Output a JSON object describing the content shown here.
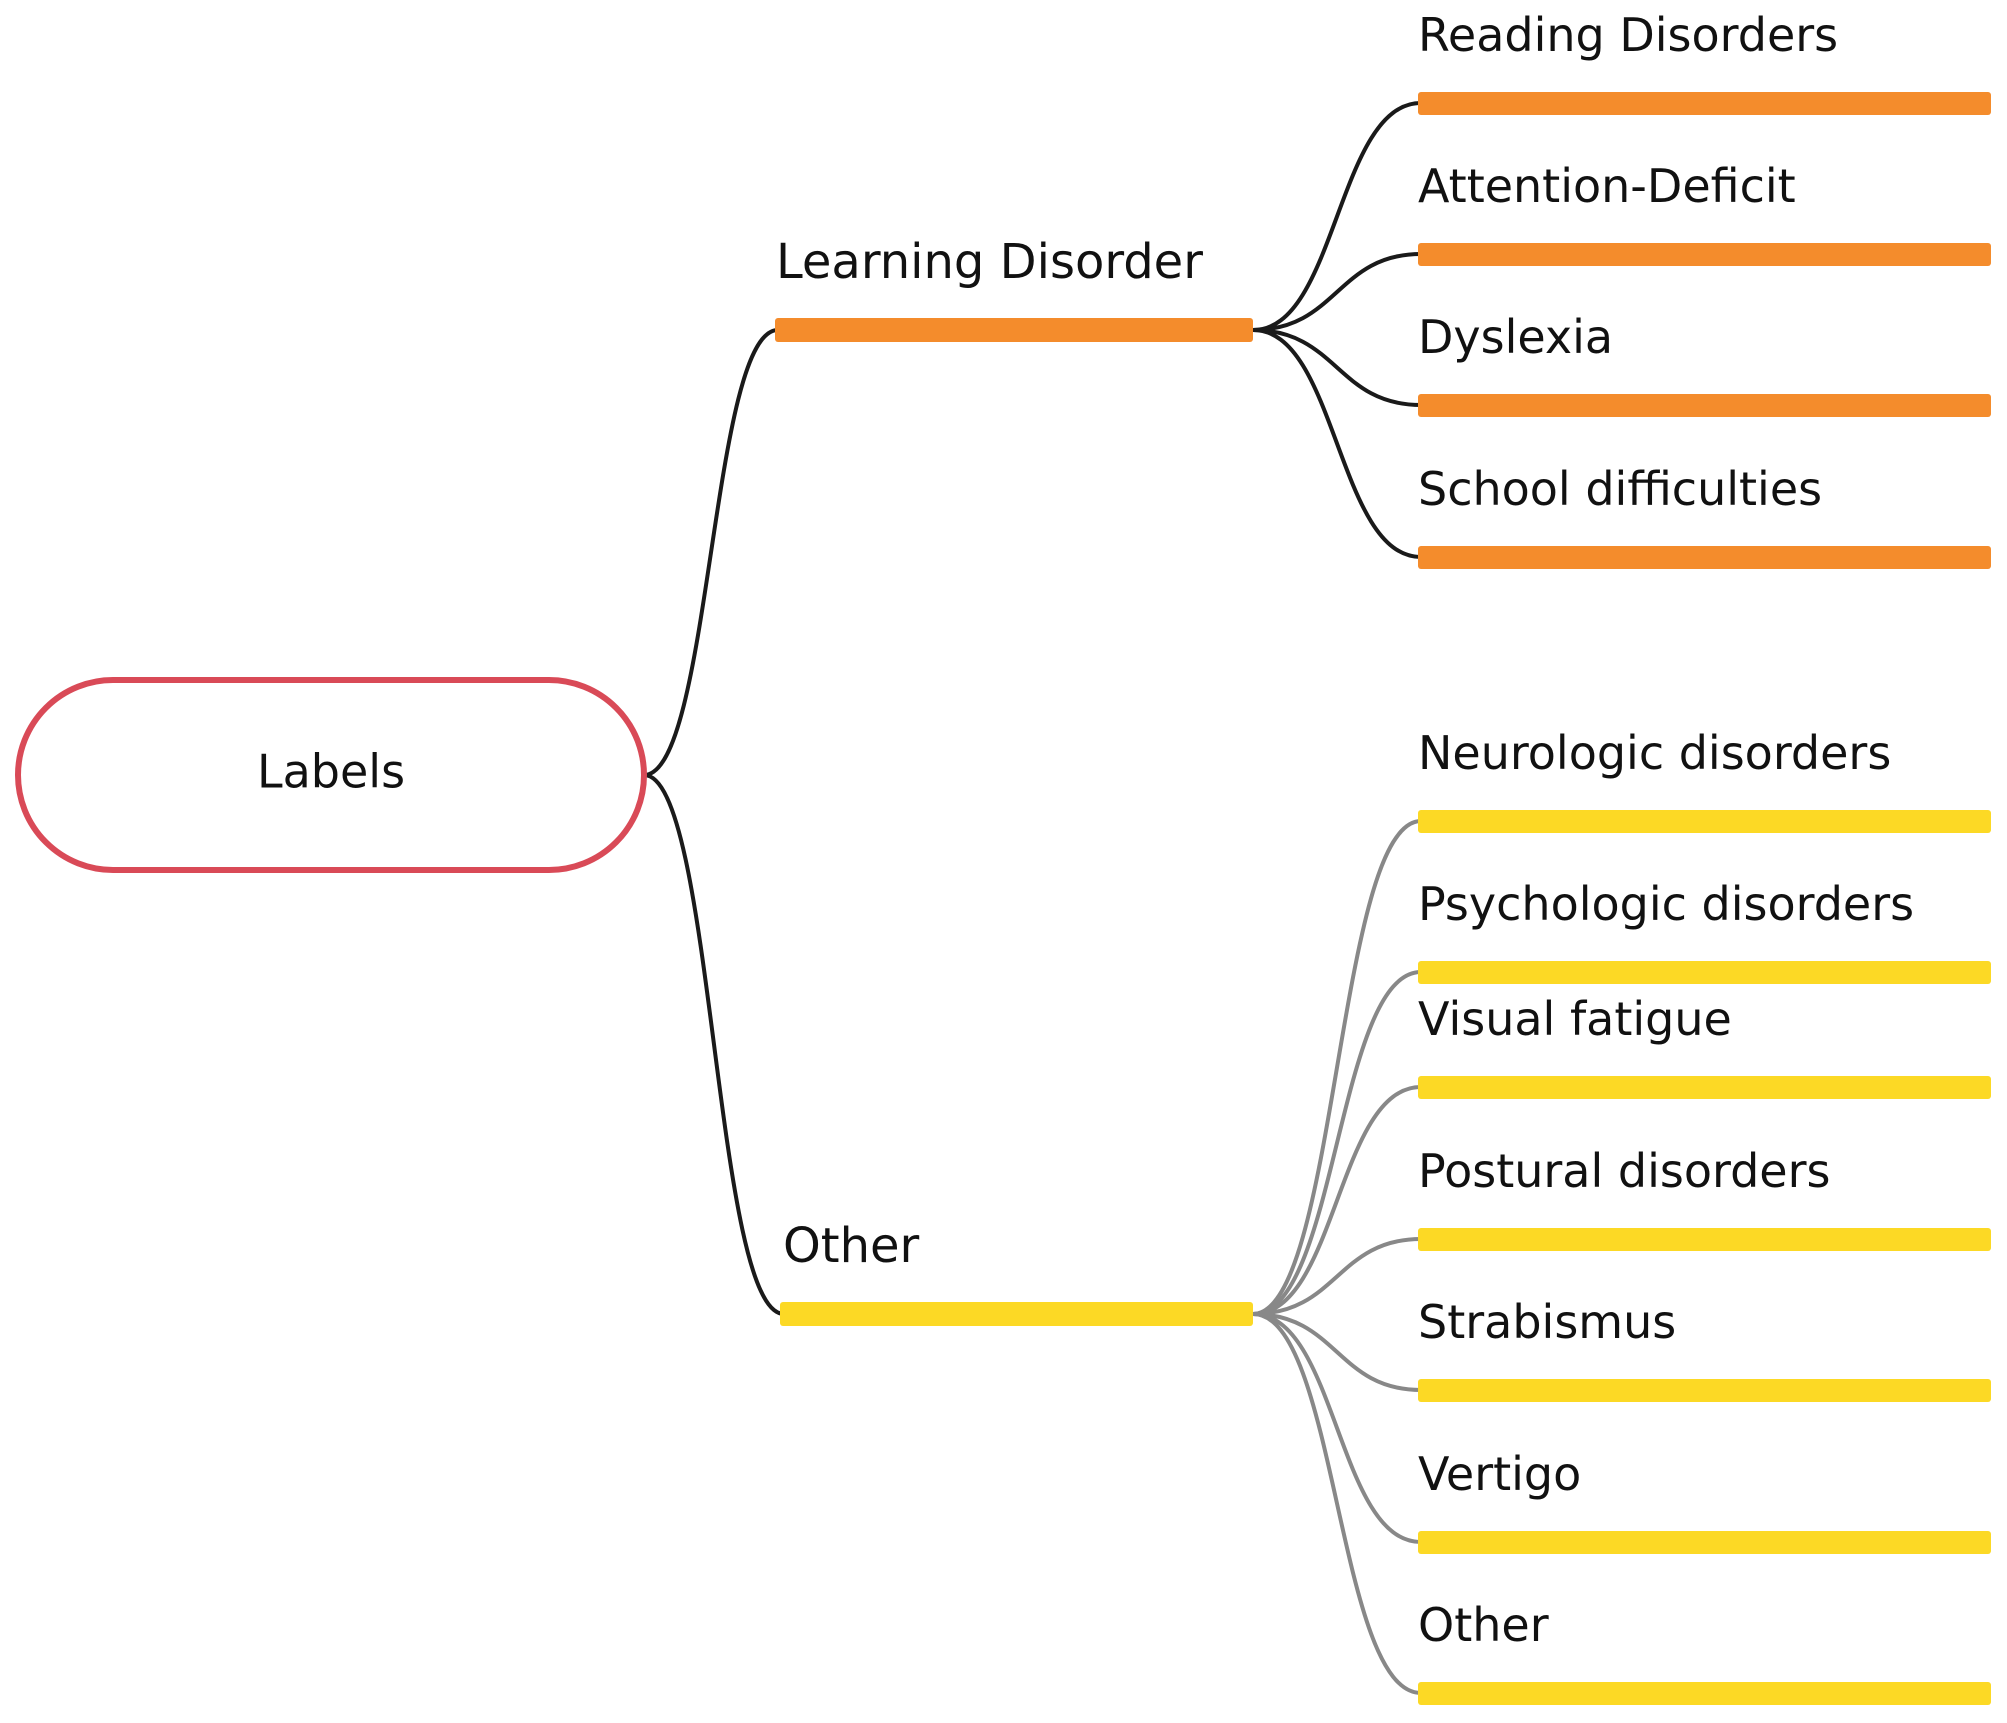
{
  "root": {
    "label": "Labels",
    "border_color": "#d94a57"
  },
  "branches": [
    {
      "label": "Learning Disorder",
      "color": "#f48c2c",
      "connector_color": "#1a1a1a",
      "children": [
        {
          "label": "Reading Disorders"
        },
        {
          "label": "Attention-Deficit"
        },
        {
          "label": "Dyslexia"
        },
        {
          "label": "School difficulties"
        }
      ]
    },
    {
      "label": "Other",
      "color": "#fcd925",
      "connector_color": "#888888",
      "children": [
        {
          "label": "Neurologic disorders"
        },
        {
          "label": "Psychologic disorders"
        },
        {
          "label": "Visual fatigue"
        },
        {
          "label": "Postural disorders"
        },
        {
          "label": "Strabismus"
        },
        {
          "label": "Vertigo"
        },
        {
          "label": "Other"
        }
      ]
    }
  ]
}
